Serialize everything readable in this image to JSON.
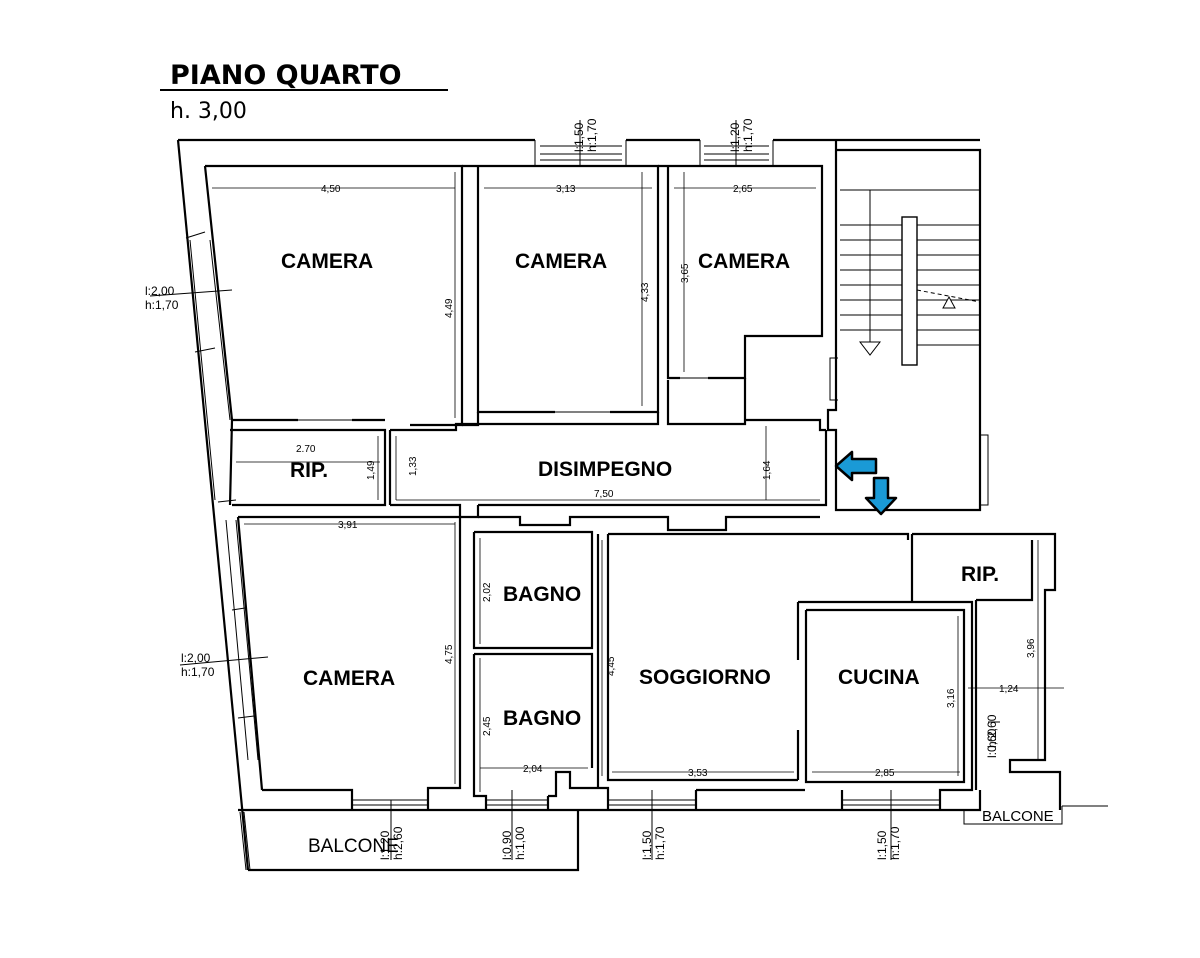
{
  "header": {
    "title": "PIANO QUARTO",
    "height": "h.  3,00"
  },
  "rooms": {
    "camera_1": "CAMERA",
    "camera_2": "CAMERA",
    "camera_3": "CAMERA",
    "camera_4": "CAMERA",
    "rip_1": "RIP.",
    "rip_2": "RIP.",
    "disimpegno": "DISIMPEGNO",
    "bagno_1": "BAGNO",
    "bagno_2": "BAGNO",
    "soggiorno": "SOGGIORNO",
    "cucina": "CUCINA",
    "balcone_1": "BALCONE",
    "balcone_2": "BALCONE"
  },
  "dimensions": {
    "camera_1_w": "4,50",
    "camera_1_h": "4,49",
    "camera_2_w": "3,13",
    "camera_2_h": "4,33",
    "camera_3_w": "2,65",
    "camera_3_h": "3,65",
    "rip_1_w": "2.70",
    "rip_1_h": "1,49",
    "disimpegno_w": "7,50",
    "disimpegno_h1": "1,33",
    "disimpegno_h2": "1,64",
    "camera_4_w": "3,91",
    "camera_4_h": "4,75",
    "bagno_1_h": "2,02",
    "bagno_2_h": "2,45",
    "bagno_w": "2,04",
    "soggiorno_w": "3,53",
    "soggiorno_h": "4,45",
    "cucina_w": "2,85",
    "cucina_h": "3,16",
    "rip_2_h": "3,96",
    "rip_2_w": "1,24"
  },
  "windows": {
    "top_1": [
      "l:1,50",
      "h:1,70"
    ],
    "top_2": [
      "l:1,20",
      "h:1,70"
    ],
    "left_1": [
      "l:2,00",
      "h:1,70"
    ],
    "left_2": [
      "l:2,00",
      "h:1,70"
    ],
    "bottom_1": [
      "l:1,20",
      "h:2,60"
    ],
    "bottom_2": [
      "l:0,90",
      "h:1,00"
    ],
    "bottom_3": [
      "l:1,50",
      "h:1,70"
    ],
    "bottom_4": [
      "l:1,50",
      "h:1,70"
    ],
    "right_1": [
      "l:0,60",
      "h:2,60"
    ]
  },
  "colors": {
    "entrance_arrow": "#1a9ad6",
    "wall": "#000000",
    "background": "#ffffff"
  }
}
